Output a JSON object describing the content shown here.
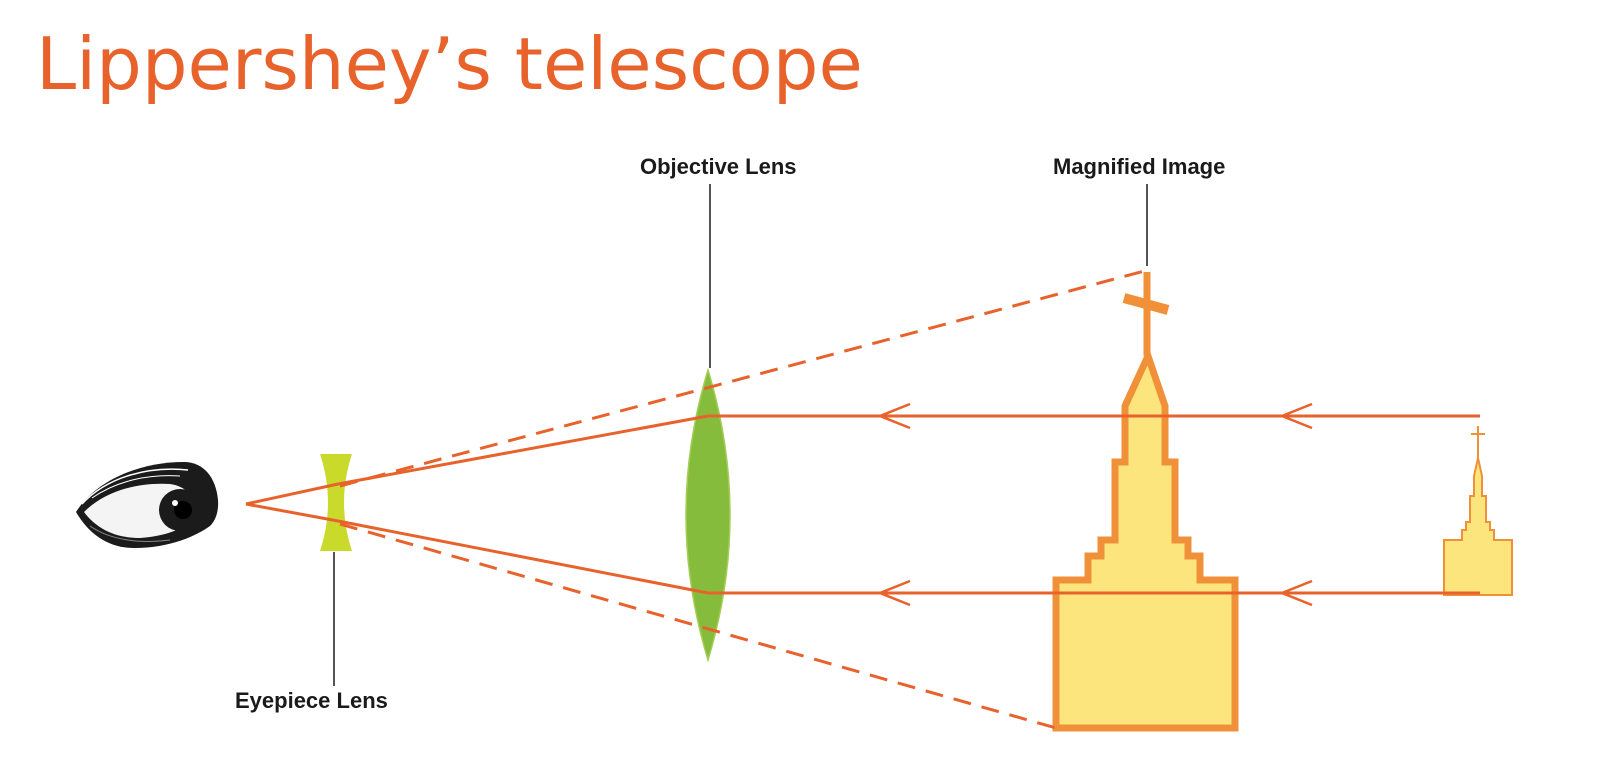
{
  "title": "Lippershey’s telescope",
  "labels": {
    "objective_lens": "Objective Lens",
    "magnified_image": "Magnified Image",
    "eyepiece_lens": "Eyepiece Lens"
  },
  "colors": {
    "title": "#e8622c",
    "ray": "#e8622c",
    "objective_lens_fill": "#86bc3c",
    "eyepiece_lens_fill": "#c9da2b",
    "church_fill": "#fde57e",
    "church_outline": "#f0913a",
    "label_text": "#1a1a1a"
  },
  "icons": {
    "eye": "eye-icon"
  }
}
